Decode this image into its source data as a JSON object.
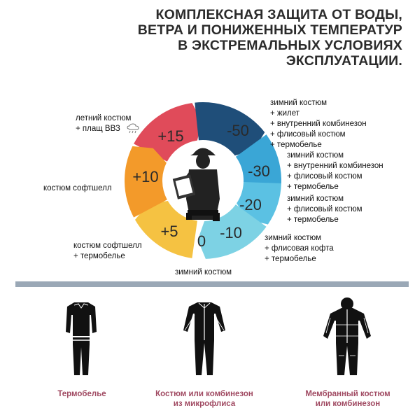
{
  "title": {
    "lines": [
      "КОМПЛЕКСНАЯ ЗАЩИТА ОТ ВОДЫ,",
      "ВЕТРА И ПОНИЖЕННЫХ ТЕМПЕРАТУР",
      "В ЭКСТРЕМАЛЬНЫХ УСЛОВИЯХ",
      "ЭКСПЛУАТАЦИИ."
    ]
  },
  "wheel": {
    "segments": [
      {
        "value": "+15",
        "color": "#e04b5a"
      },
      {
        "value": "-50",
        "color": "#1f4e79"
      },
      {
        "value": "-30",
        "color": "#3aa6d6"
      },
      {
        "value": "-20",
        "color": "#5bc1e3"
      },
      {
        "value": "-10",
        "color": "#7dd2e4"
      },
      {
        "value": "0",
        "color": "#7dd2e4"
      },
      {
        "value": "+5",
        "color": "#f5c242"
      },
      {
        "value": "+10",
        "color": "#f39a2a"
      }
    ],
    "center_icon": "worker-with-clipboard-icon"
  },
  "labels": {
    "plus15": [
      "летний костюм",
      "+ плащ ВВЗ"
    ],
    "minus50": [
      "зимний костюм",
      "+ жилет",
      "+ внутренний комбинезон",
      "+ флисовый костюм",
      "+ термобелье"
    ],
    "minus30": [
      "зимний костюм",
      "+ внутренний комбинезон",
      "+ флисовый костюм",
      "+ термобелье"
    ],
    "minus20": [
      "зимний костюм",
      "+ флисовый костюм",
      "+ термобелье"
    ],
    "minus10": [
      "зимний костюм",
      "+ флисовая кофта",
      "+ термобелье"
    ],
    "zero": [
      "зимний костюм"
    ],
    "plus5": [
      "костюм софтшелл",
      "+ термобелье"
    ],
    "plus10": [
      "костюм софтшелл"
    ]
  },
  "rain_icon": "rain-cloud-icon",
  "garments": [
    {
      "caption": [
        "Термобелье"
      ],
      "icon": "thermal-underwear-icon"
    },
    {
      "caption": [
        "Костюм или комбинезон",
        "из микрофлиса"
      ],
      "icon": "microfleece-suit-icon"
    },
    {
      "caption": [
        "Мембранный костюм",
        "или комбинезон"
      ],
      "icon": "membrane-suit-icon"
    }
  ],
  "colors": {
    "divider": "#9aa8b6",
    "caption": "#a04a62"
  }
}
